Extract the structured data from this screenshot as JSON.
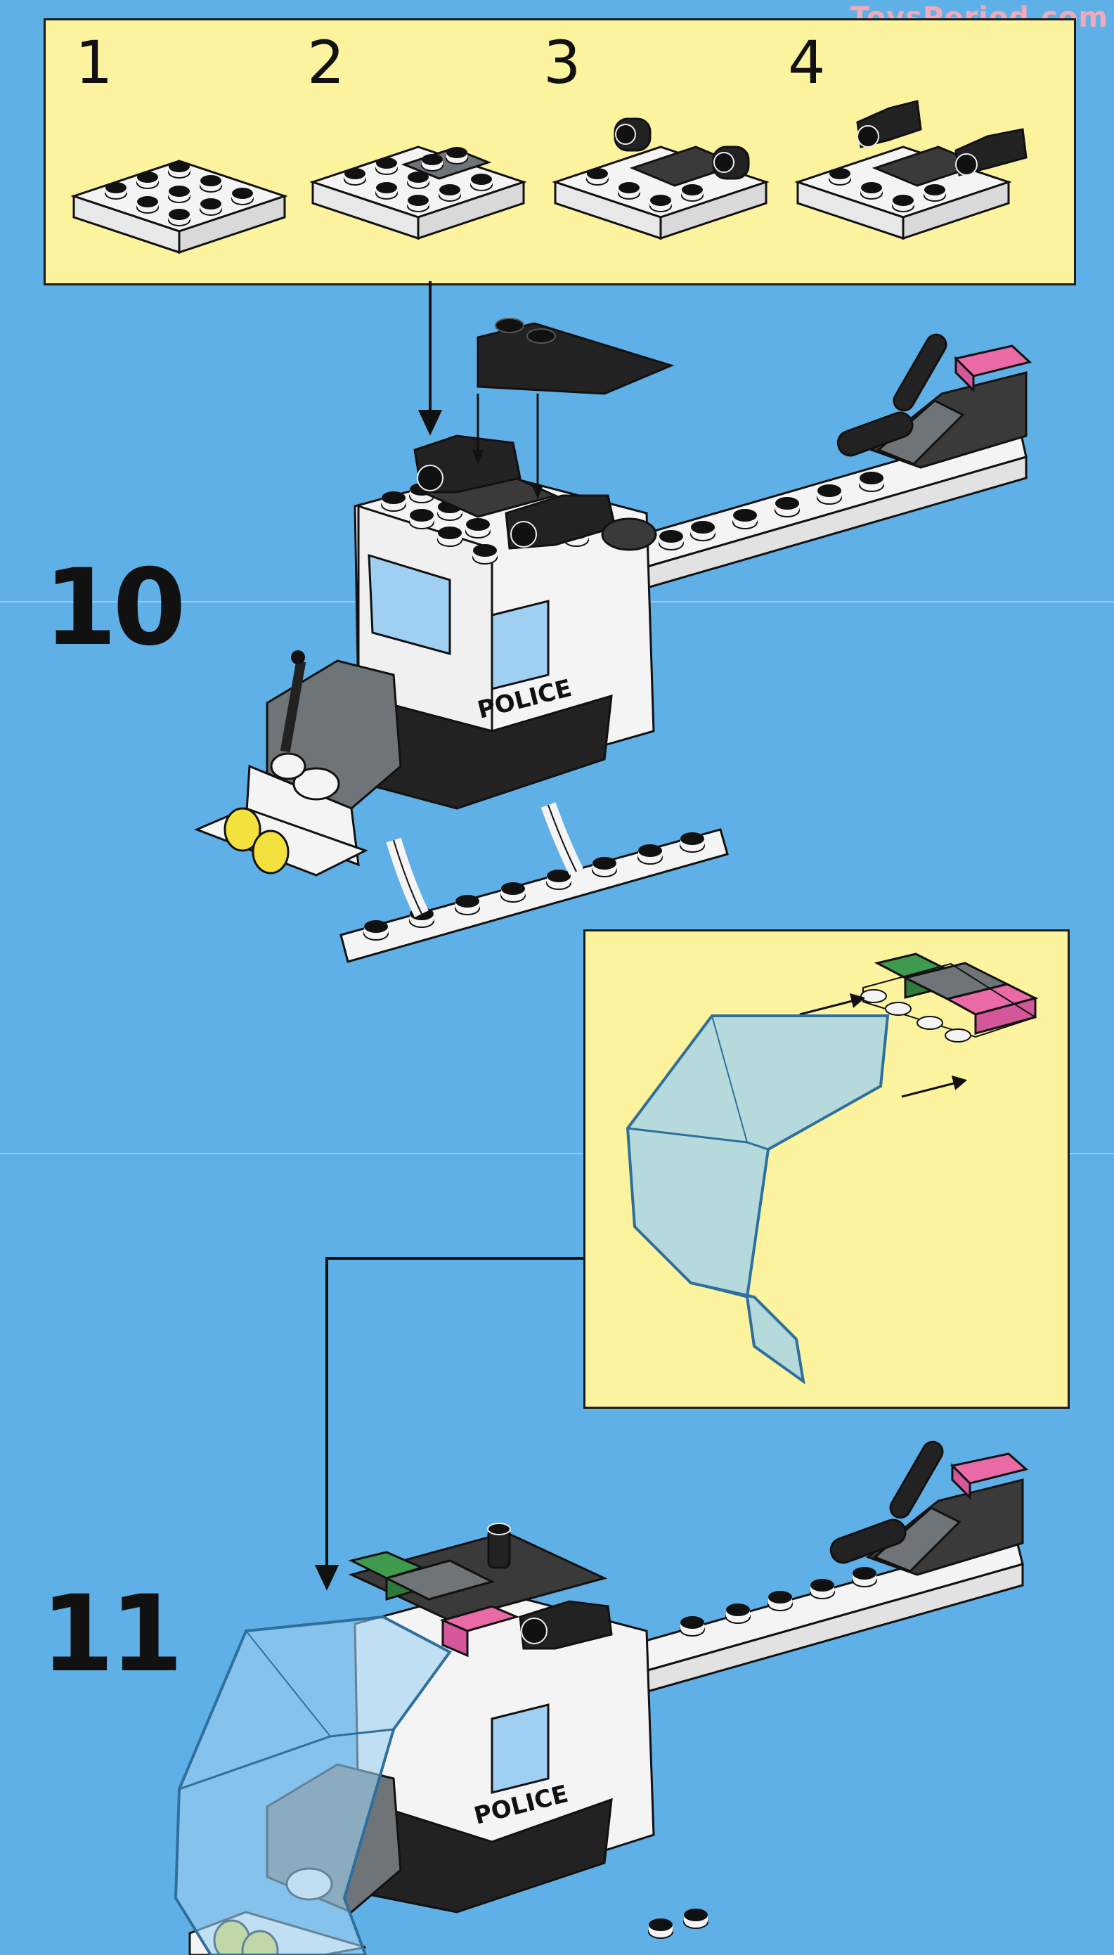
{
  "watermark": "ToysPeriod.com",
  "sub_assembly_1": {
    "step_labels": [
      "1",
      "2",
      "3",
      "4"
    ]
  },
  "main_steps": {
    "step_10": "10",
    "step_11": "11"
  },
  "decal_text": "POLICE",
  "colors": {
    "background": "#5fb0e6",
    "panel": "#fbf39d",
    "brick_white": "#f4f4f4",
    "brick_black": "#222222",
    "brick_gray": "#6f7478",
    "brick_pink": "#e96aa5",
    "brick_green": "#3f9a4e",
    "brick_yellow": "#f3e23d",
    "trans_clear": "#9fd0f2"
  }
}
